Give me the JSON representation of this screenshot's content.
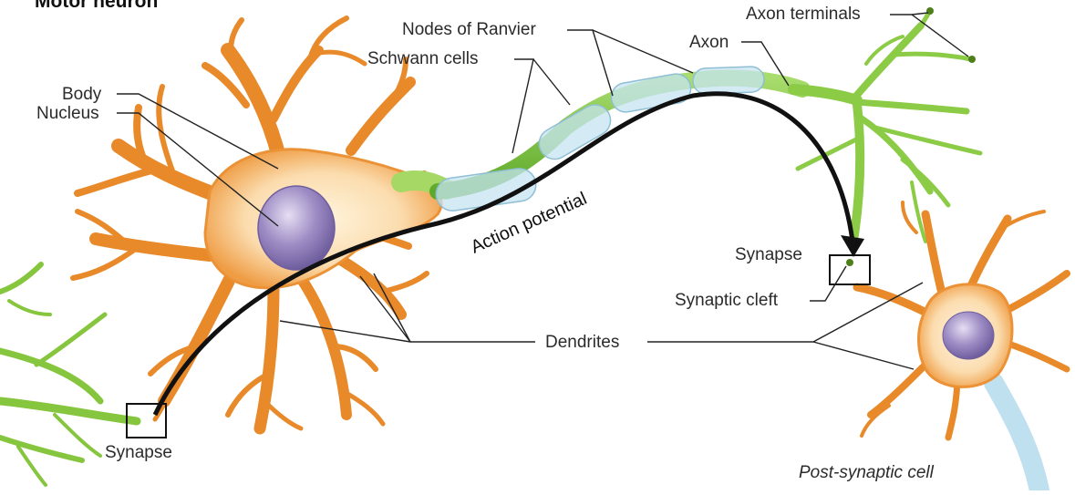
{
  "title": "Motor neuron",
  "labels": {
    "body": "Body",
    "nucleus": "Nucleus",
    "nodes_of_ranvier": "Nodes of Ranvier",
    "schwann_cells": "Schwann cells",
    "axon": "Axon",
    "axon_terminals": "Axon terminals",
    "action_potential": "Action potential",
    "synapse_top": "Synapse",
    "synaptic_cleft": "Synaptic cleft",
    "dendrites": "Dendrites",
    "synapse_bottom": "Synapse",
    "post_synaptic_cell": "Post-synaptic cell"
  },
  "colors": {
    "neuron_orange": "#e8892a",
    "neuron_light": "#fbe3bd",
    "axon_green": "#7cc63a",
    "myelin_blue": "#bfe0ee",
    "nucleus_purple": "#8f7fb4",
    "leader_line": "#222222"
  }
}
